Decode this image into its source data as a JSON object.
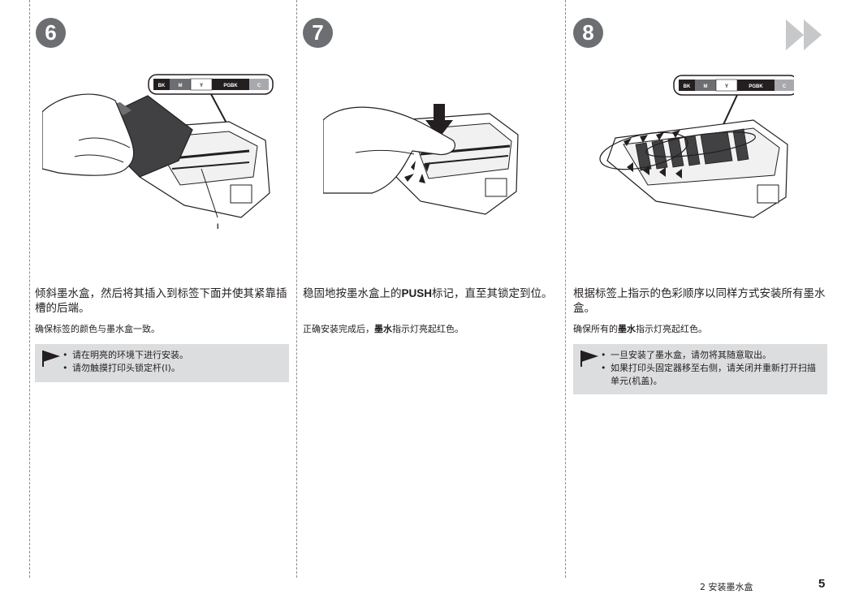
{
  "steps": [
    {
      "number": "6",
      "label": {
        "colors": [
          "BK",
          "M",
          "Y",
          "PGBK",
          "C"
        ]
      },
      "callout": "I",
      "heading": "倾斜墨水盒，然后将其插入到标签下面并使其紧靠插槽的后端。",
      "subtext": "确保标签的颜色与墨水盒一致。",
      "notes": [
        "请在明亮的环境下进行安装。",
        "请勿触摸打印头锁定杆(I)。"
      ]
    },
    {
      "number": "7",
      "heading_parts": {
        "before": "稳固地按墨水盒上的",
        "bold": "PUSH",
        "after": "标记，直至其锁定到位。"
      },
      "subtext_parts": {
        "before": "正确安装完成后，",
        "bold": "墨水",
        "after": "指示灯亮起红色。"
      }
    },
    {
      "number": "8",
      "label": {
        "colors": [
          "BK",
          "M",
          "Y",
          "PGBK",
          "C"
        ]
      },
      "heading": "根据标签上指示的色彩顺序以同样方式安装所有墨水盒。",
      "subtext_parts": {
        "before": "确保所有的",
        "bold": "墨水",
        "after": "指示灯亮起红色。"
      },
      "notes": [
        "一旦安装了墨水盒，请勿将其随意取出。",
        "如果打印头固定器移至右侧，请关闭并重新打开扫描单元(机盖)。"
      ]
    }
  ],
  "footer": {
    "section": "2 安装墨水盒",
    "page": "5"
  },
  "colors": {
    "badge": "#6d6e71",
    "note_bg": "#dcddde",
    "arrow": "#c7c8ca"
  },
  "icons": {
    "next": "double-chevron-right-icon",
    "note": "flag-pointer-icon"
  }
}
